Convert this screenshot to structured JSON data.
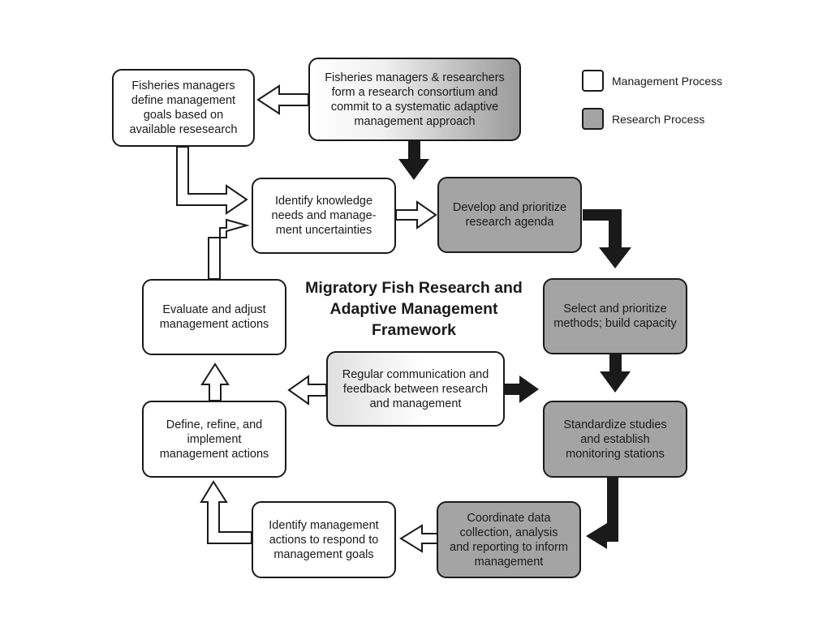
{
  "title": "Migratory Fish Research and Adaptive Management Framework",
  "legend": {
    "management": "Management Process",
    "research": "Research Process"
  },
  "boxes": {
    "define_goals": "Fisheries managers define management goals based on available resesearch",
    "consortium": "Fisheries managers & researchers form a research consortium and commit to a systematic adaptive management approach",
    "identify_needs": "Identify knowledge needs and manage-ment uncertainties",
    "develop_agenda": "Develop and prioritize research agenda",
    "select_methods": "Select and prioritize methods; build capacity",
    "evaluate": "Evaluate and adjust management actions",
    "communication": "Regular communication and feedback between research and management",
    "standardize": "Standardize studies and establish monitoring stations",
    "define_refine": "Define, refine, and implement management actions",
    "identify_actions": "Identify management actions to respond to management goals",
    "coordinate": "Coordinate data collection, analysis and reporting to inform management"
  },
  "colors": {
    "management_fill": "#ffffff",
    "research_fill": "#a4a4a4",
    "stroke": "#1a1a1a"
  }
}
